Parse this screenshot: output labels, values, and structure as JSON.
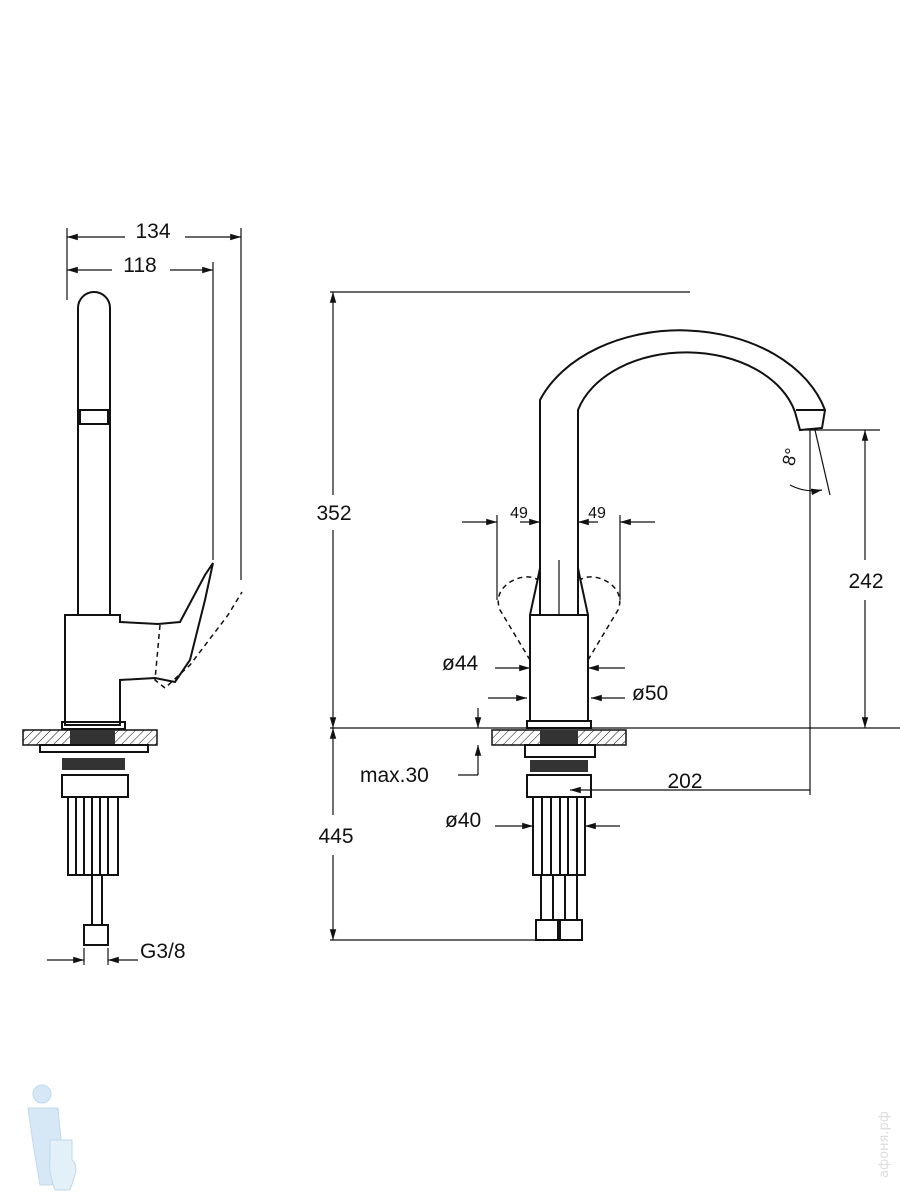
{
  "side_view": {
    "width_total": "134",
    "width_spout": "118",
    "connection": "G3/8"
  },
  "front_view": {
    "height_total": "352",
    "height_below": "445",
    "spout_height": "242",
    "spout_reach": "202",
    "angle": "8°",
    "lever_left": "49",
    "lever_right": "49",
    "diam_body": "ø44",
    "diam_base": "ø50",
    "diam_hole": "ø40",
    "max_thickness": "max.30"
  },
  "watermark": {
    "text": "афоня.рф"
  }
}
